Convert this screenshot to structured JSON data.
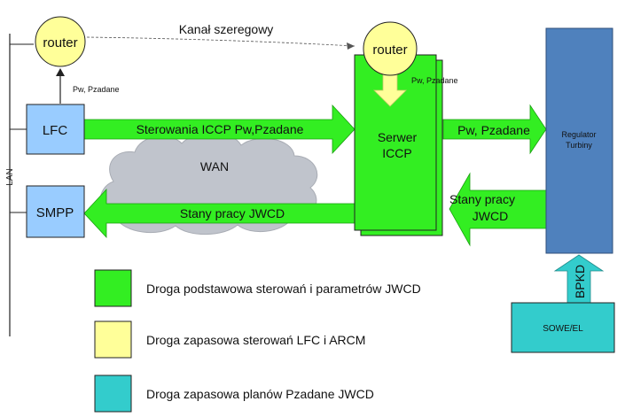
{
  "colors": {
    "primary_green": "#33ee22",
    "backup_yellow": "#ffff99",
    "backup_teal": "#33cccc",
    "node_blue": "#99ccff",
    "regulator_blue": "#4f81bd",
    "cloud_gray": "#c0c4cc"
  },
  "lan_label": "LAN",
  "routers": {
    "left": "router",
    "right": "router"
  },
  "serial_link_label": "Kanał szeregowy",
  "router_left_signal": "Pw, Pzadane",
  "router_right_signal": "Pw, Pzadane",
  "nodes": {
    "lfc": "LFC",
    "smpp": "SMPP",
    "server_line1": "Serwer",
    "server_line2": "ICCP",
    "regulator_line1": "Regulator",
    "regulator_line2": "Turbiny",
    "sowe": "SOWE/EL",
    "bpkd": "BPKD",
    "wan": "WAN"
  },
  "arrows": {
    "lfc_to_server": "Sterowania ICCP Pw,Pzadane",
    "server_to_smpp": "Stany pracy JWCD",
    "server_to_regulator": "Pw, Pzadane",
    "regulator_to_server_line1": "Stany pracy",
    "regulator_to_server_line2": "JWCD"
  },
  "legend": [
    {
      "label": "Droga podstawowa sterowań i parametrów JWCD"
    },
    {
      "label": "Droga zapasowa sterowań LFC i ARCM"
    },
    {
      "label": "Droga zapasowa planów Pzadane JWCD"
    }
  ]
}
